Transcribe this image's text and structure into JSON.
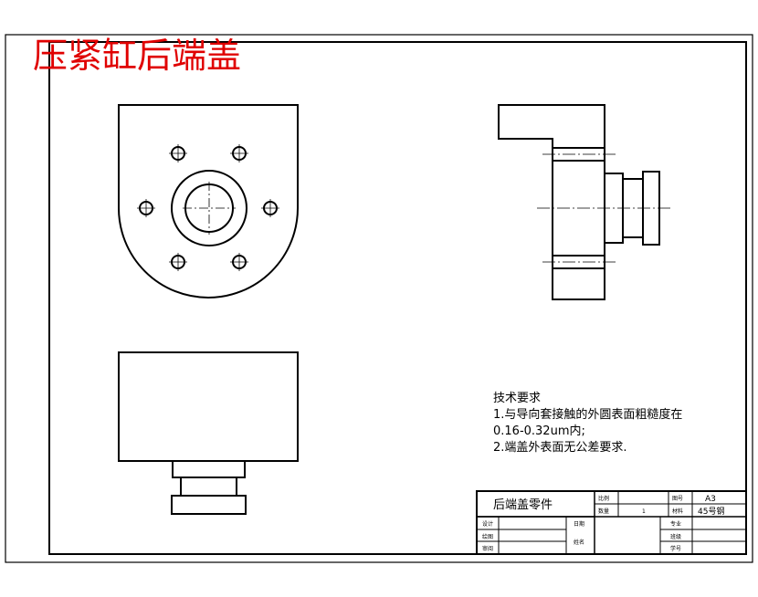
{
  "drawing": {
    "title": "压紧缸后端盖",
    "title_color": "#e00000"
  },
  "tech_requirements": {
    "heading": "技术要求",
    "item1_line1": "1.与导向套接触的外圆表面粗糙度在",
    "item1_line2": "0.16-0.32um内;",
    "item2": "2.端盖外表面无公差要求."
  },
  "title_block": {
    "part_name": "后端盖零件",
    "scale_label": "比例",
    "qty_label": "数量",
    "qty_value": "1",
    "sheet_label": "图号",
    "sheet_value": "A3",
    "material_label": "材料",
    "material_value": "45号钢",
    "design_label": "设计",
    "draw_label": "绘图",
    "review_label": "审阅",
    "date_label": "日期",
    "name_label": "姓名",
    "major_label": "专业",
    "class_label": "班级",
    "student_no_label": "学号"
  }
}
